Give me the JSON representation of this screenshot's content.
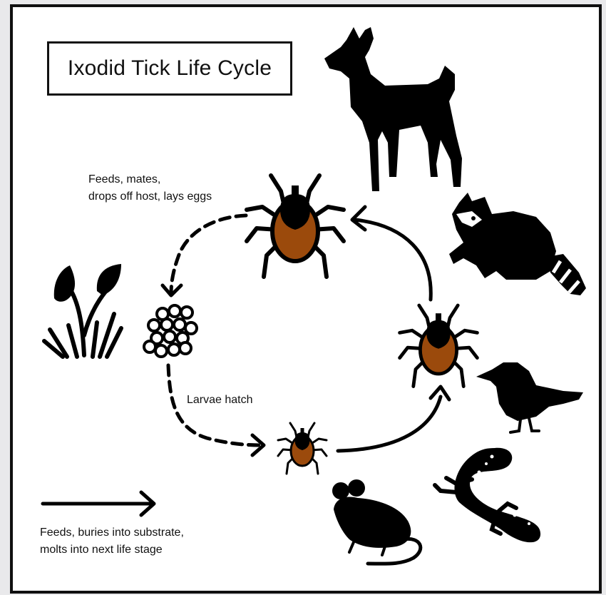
{
  "title": "Ixodid Tick Life Cycle",
  "captions": {
    "adult_line1": "Feeds, mates,",
    "adult_line2": "drops off host, lays eggs",
    "larvae": "Larvae hatch",
    "legend_line1": "Feeds, buries into substrate,",
    "legend_line2": "molts into next life stage"
  },
  "colors": {
    "tick_body": "#9b4a0c",
    "ink": "#000000",
    "background": "#ffffff"
  },
  "icons": [
    "deer-icon",
    "raccoon-icon",
    "bird-icon",
    "lizard-icon",
    "mouse-icon",
    "plant-icon",
    "egg-cluster-icon",
    "adult-tick-icon",
    "nymph-tick-icon",
    "larva-tick-icon"
  ]
}
